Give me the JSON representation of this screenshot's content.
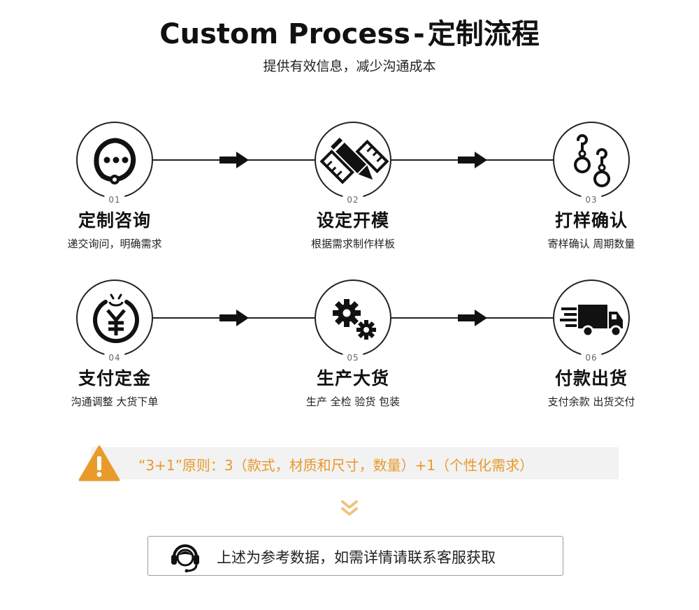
{
  "header": {
    "title_en": "Custom Process",
    "title_sep": "-",
    "title_cn": "定制流程",
    "subtitle": "提供有效信息，减少沟通成本"
  },
  "steps": [
    {
      "num": "01",
      "title": "定制咨询",
      "desc": "递交询问，明确需求",
      "icon": "chat-bubble-icon"
    },
    {
      "num": "02",
      "title": "设定开模",
      "desc": "根据需求制作样板",
      "icon": "pencil-ruler-icon"
    },
    {
      "num": "03",
      "title": "打样确认",
      "desc": "寄样确认 周期数量",
      "icon": "earrings-icon"
    },
    {
      "num": "04",
      "title": "支付定金",
      "desc": "沟通调整 大货下单",
      "icon": "yuan-coin-icon"
    },
    {
      "num": "05",
      "title": "生产大货",
      "desc": "生产 全检 验货 包装",
      "icon": "gears-icon"
    },
    {
      "num": "06",
      "title": "付款出货",
      "desc": "支付余款 出货交付",
      "icon": "delivery-truck-icon"
    }
  ],
  "note": {
    "text": "“3+1”原则：3（款式，材质和尺寸，数量）+1（个性化需求）",
    "icon": "warning-icon",
    "color": "#e89a2b"
  },
  "contact": {
    "text": "上述为参考数据，如需详情请联系客服获取",
    "icon": "headset-icon"
  },
  "colors": {
    "accent": "#e89a2b",
    "ink": "#222222"
  }
}
